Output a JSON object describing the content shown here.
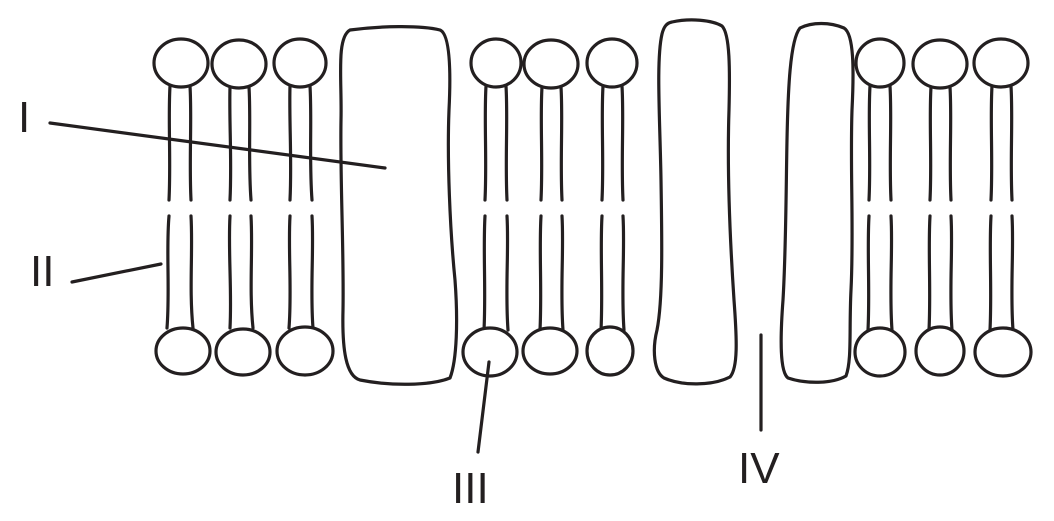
{
  "labels": {
    "I": "I",
    "II": "II",
    "III": "III",
    "IV": "IV"
  },
  "colors": {
    "ink": "#231f20",
    "background": "#ffffff"
  }
}
